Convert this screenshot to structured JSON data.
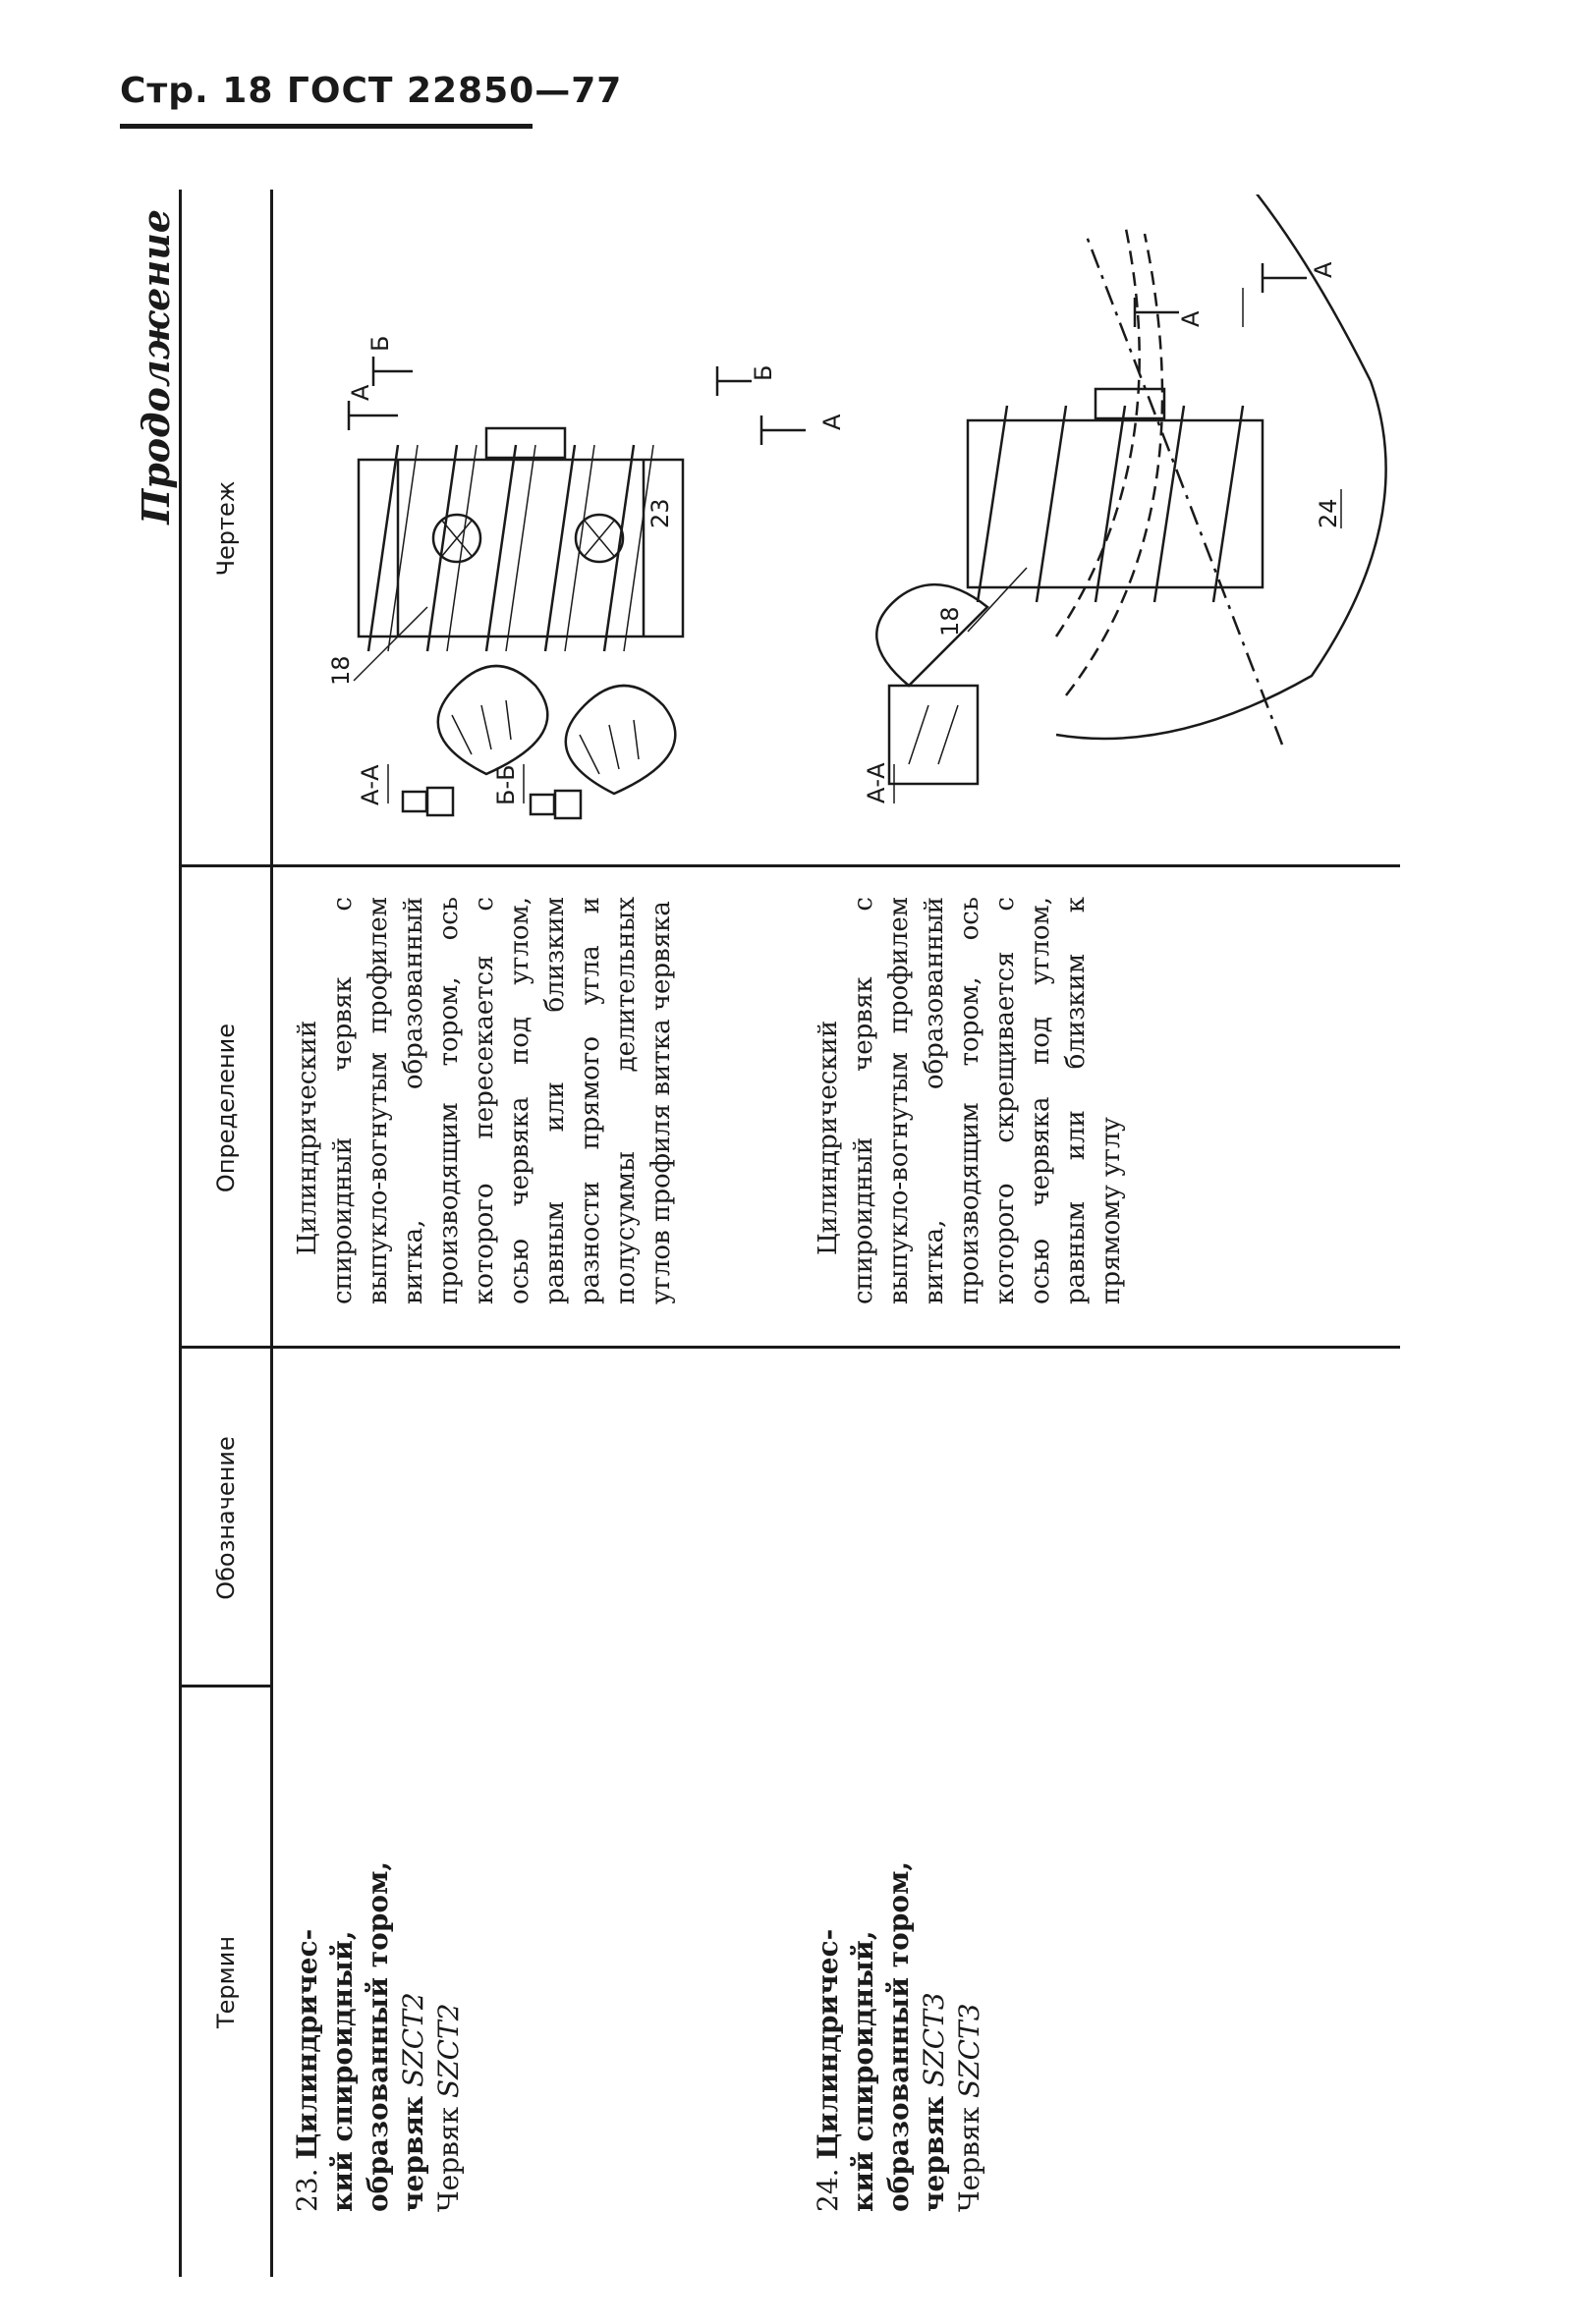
{
  "header": {
    "text": "Стр. 18 ГОСТ 22850—77"
  },
  "continuation": "Продолжение",
  "columns": [
    "Термин",
    "Обозначение",
    "Определение",
    "Чертеж"
  ],
  "rows": [
    {
      "term_number": "23.",
      "term_bold": [
        "Цилиндричес-",
        "кий спироидный,",
        "образованный тором,",
        "червяк"
      ],
      "term_code": "SZCT2",
      "short_prefix": "Червяк",
      "short_code": "SZCT2",
      "designation": "",
      "definition": "Цилиндрический спироидный червяк с выпукло-вогнутым профилем витка, образованный производящим тором, ось которого пересекается с осью червяка под углом, равным или близким разности прямого угла и полусуммы делительных углов профиля витка червяка",
      "drawing": {
        "section_labels": [
          "А-А",
          "Б-Б"
        ],
        "callout": "18",
        "figure_number": "23",
        "marks": [
          "А",
          "Б",
          "А",
          "Б"
        ]
      }
    },
    {
      "term_number": "24.",
      "term_bold": [
        "Цилиндричес-",
        "кий спироидный,",
        "образованный тором,",
        "червяк"
      ],
      "term_code": "SZCT3",
      "short_prefix": "Червяк",
      "short_code": "SZCT3",
      "designation": "",
      "definition": "Цилиндрический спироидный червяк с выпукло-вогнутым профилем витка, образованный производящим тором, ось которого скрещивается с осью червяка под углом, равным или близким к прямому углу",
      "drawing": {
        "section_labels": [
          "А-А"
        ],
        "callout": "18",
        "figure_number": "24",
        "marks": [
          "А",
          "А"
        ]
      }
    }
  ]
}
